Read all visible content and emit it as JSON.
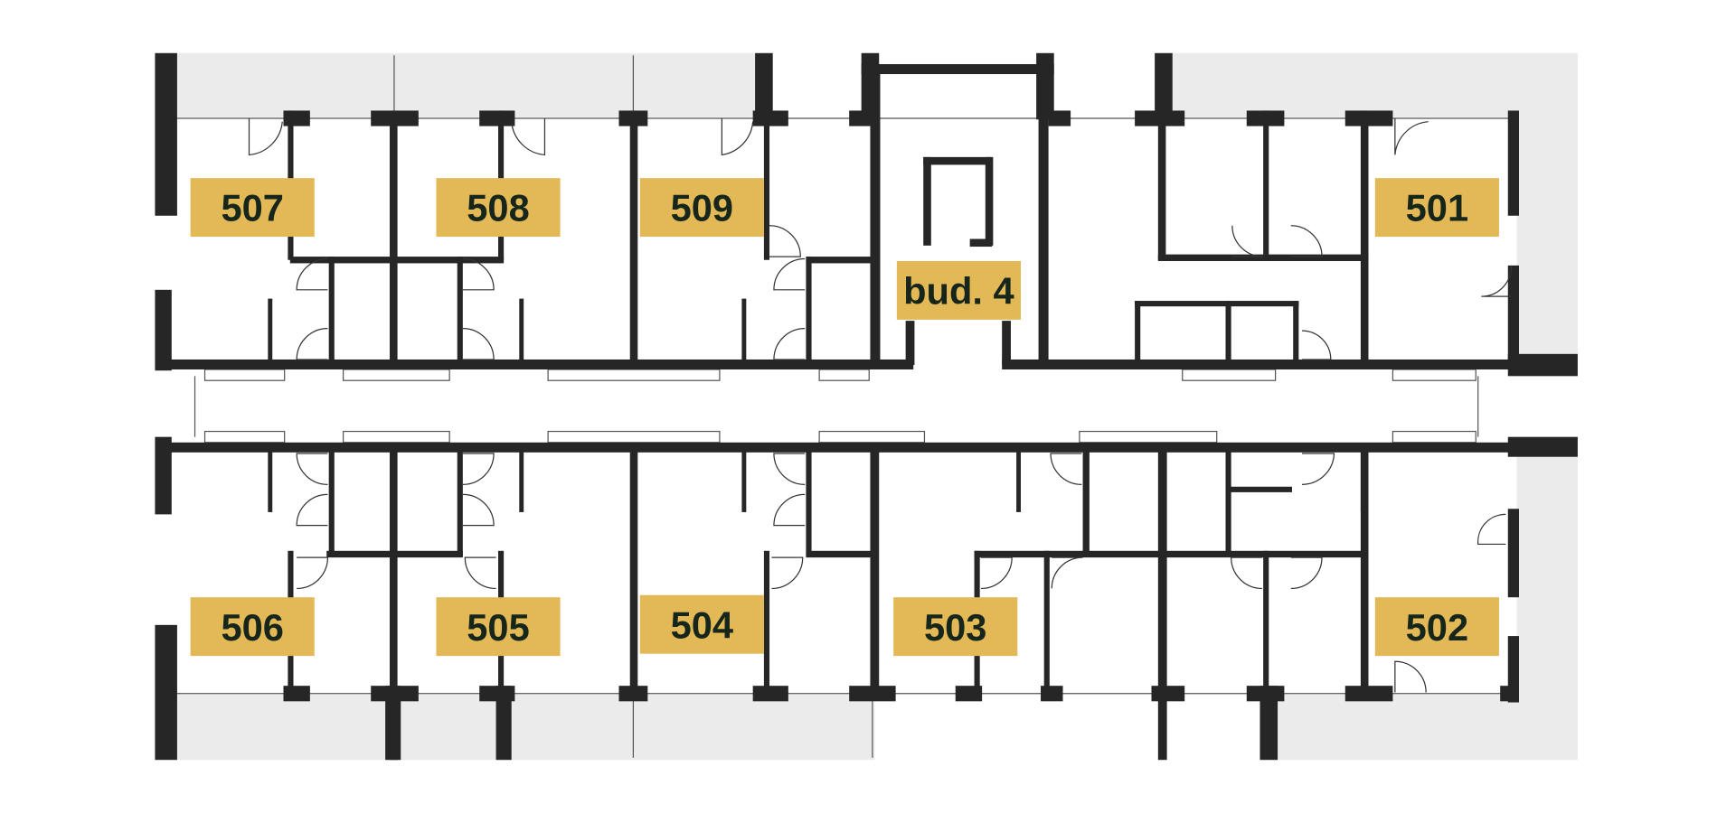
{
  "plan": {
    "building_label": "bud. 4",
    "units": [
      {
        "number": "507"
      },
      {
        "number": "508"
      },
      {
        "number": "509"
      },
      {
        "number": "501"
      },
      {
        "number": "506"
      },
      {
        "number": "505"
      },
      {
        "number": "504"
      },
      {
        "number": "503"
      },
      {
        "number": "502"
      }
    ]
  },
  "colors": {
    "label_bg": "#e3b856",
    "wall": "#262626",
    "balcony": "#ebebeb"
  }
}
